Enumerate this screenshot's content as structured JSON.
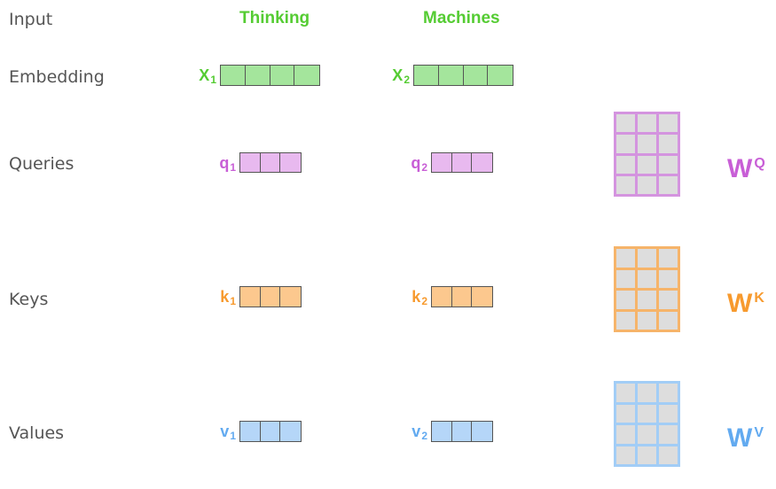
{
  "rows": {
    "input": "Input",
    "embedding": "Embedding",
    "queries": "Queries",
    "keys": "Keys",
    "values": "Values"
  },
  "words": [
    "Thinking",
    "Machines"
  ],
  "vectors": {
    "embedding": {
      "labels": [
        {
          "base": "X",
          "sub": "1"
        },
        {
          "base": "X",
          "sub": "2"
        }
      ],
      "cells": 4,
      "color": "#a4e59c",
      "label_color": "#55cc33"
    },
    "queries": {
      "labels": [
        {
          "base": "q",
          "sub": "1"
        },
        {
          "base": "q",
          "sub": "2"
        }
      ],
      "cells": 3,
      "color": "#e8b9ef",
      "label_color": "#c85ed6"
    },
    "keys": {
      "labels": [
        {
          "base": "k",
          "sub": "1"
        },
        {
          "base": "k",
          "sub": "2"
        }
      ],
      "cells": 3,
      "color": "#fcc88e",
      "label_color": "#f79a2e"
    },
    "values": {
      "labels": [
        {
          "base": "v",
          "sub": "1"
        },
        {
          "base": "v",
          "sub": "2"
        }
      ],
      "cells": 3,
      "color": "#b5d6f8",
      "label_color": "#62aaf0"
    }
  },
  "weights": {
    "queries": {
      "base": "W",
      "sup": "Q",
      "color": "#c85ed6",
      "border": "#d494df"
    },
    "keys": {
      "base": "W",
      "sup": "K",
      "color": "#f79a2e",
      "border": "#f6b46a"
    },
    "values": {
      "base": "W",
      "sup": "V",
      "color": "#62aaf0",
      "border": "#a2cdf6"
    }
  }
}
